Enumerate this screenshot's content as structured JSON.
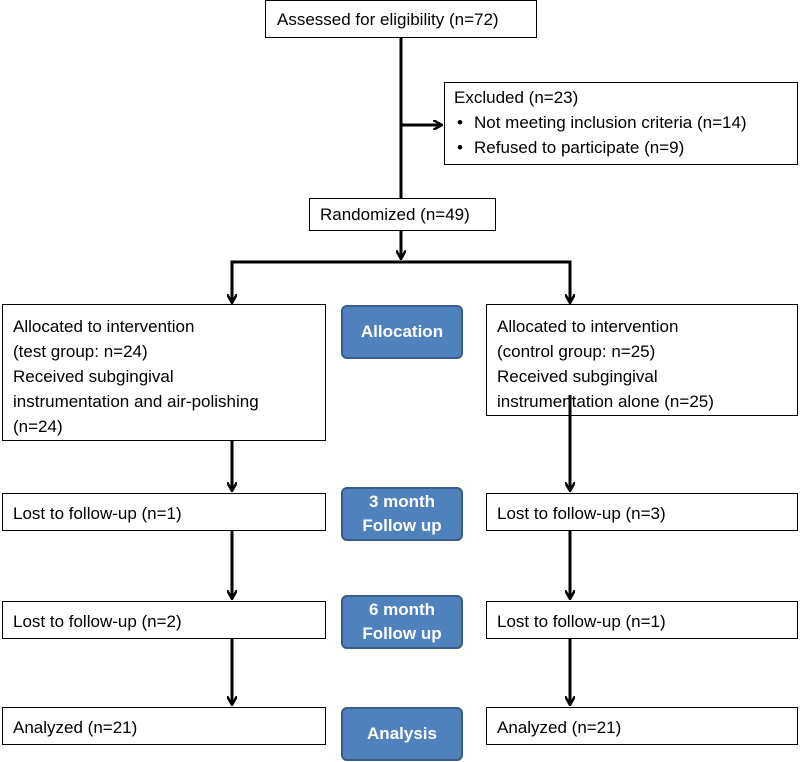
{
  "assessed": "Assessed for eligibility (n=72)",
  "excluded": {
    "title": "Excluded  (n=23)",
    "items": [
      "Not meeting inclusion criteria (n=14)",
      "Refused to participate (n=9)"
    ]
  },
  "randomized": "Randomized (n=49)",
  "test_alloc": [
    "Allocated to intervention",
    "(test group: n=24)",
    "Received subgingival",
    "instrumentation and air-polishing",
    "(n=24)"
  ],
  "control_alloc": [
    "Allocated to intervention",
    "(control group: n=25)",
    "Received subgingival",
    "instrumentation alone (n=25)"
  ],
  "stages": {
    "allocation": "Allocation",
    "followup3": [
      "3 month",
      "Follow up"
    ],
    "followup6": [
      "6 month",
      "Follow up"
    ],
    "analysis": "Analysis"
  },
  "test_lost3": "Lost to follow-up (n=1)",
  "test_lost6": "Lost to follow-up (n=2)",
  "test_analyzed": "Analyzed (n=21)",
  "control_lost3": "Lost to follow-up (n=3)",
  "control_lost6": "Lost to follow-up (n=1)",
  "control_analyzed": "Analyzed (n=21)",
  "colors": {
    "badge_fill": "#4f81bd",
    "badge_border": "#385d8a",
    "line": "#000000"
  }
}
